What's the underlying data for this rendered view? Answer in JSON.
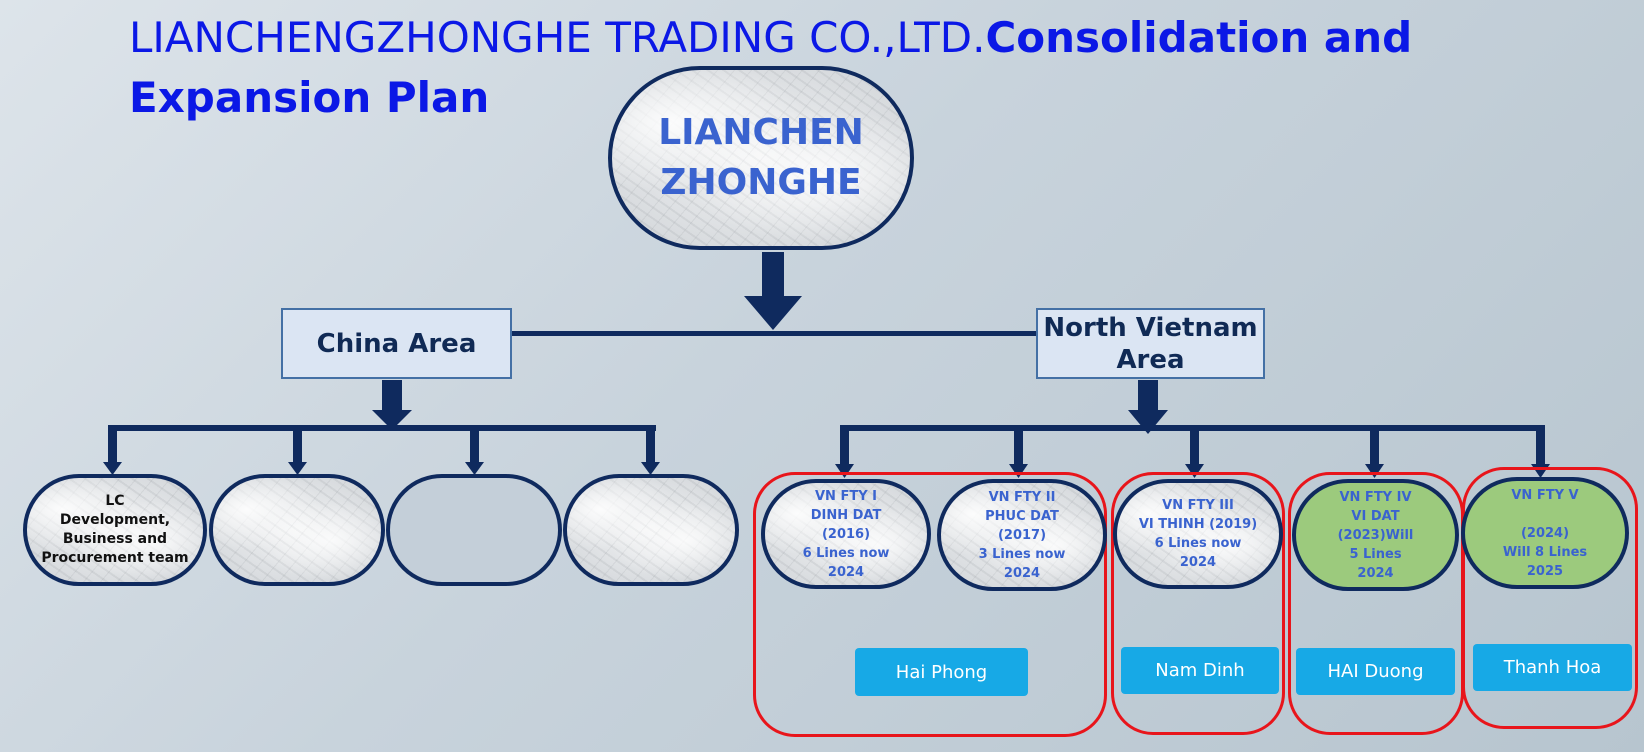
{
  "title": {
    "regular": "LIANCHENGZHONGHE TRADING CO.,LTD.",
    "bold": "Consolidation and Expansion Plan"
  },
  "root": {
    "label": "LIANCHEN\nZHONGHE"
  },
  "areas": {
    "china": "China Area",
    "vietnam": "North Vietnam Area"
  },
  "china_nodes": [
    {
      "text": "LC\n Development,\nBusiness and\nProcurement  team"
    },
    {
      "text": ""
    },
    {
      "text": ""
    },
    {
      "text": ""
    }
  ],
  "vietnam_nodes": [
    {
      "text": "VN FTY I\nDINH DAT\n(2016)\n6 Lines now\n2024"
    },
    {
      "text": "VN FTY II\nPHUC DAT\n(2017)\n3 Lines now\n2024"
    },
    {
      "text": "VN FTY III\nVI THINH (2019)\n6 Lines now\n2024"
    },
    {
      "text": "VN FTY IV\nVI DAT\n(2023)Will\n5 Lines\n2024"
    },
    {
      "text": "VN FTY V\n\n(2024)\nWill 8 Lines\n2025"
    }
  ],
  "regions": [
    "Hai Phong",
    "Nam Dinh",
    "HAI Duong",
    "Thanh Hoa"
  ],
  "colors": {
    "navy": "#0f2a5e",
    "title_blue": "#0b18e6",
    "node_text": "#3a63cf",
    "group_red": "#e8151b",
    "region_blue": "#17a9e6",
    "green_fill": "#9cca7d"
  }
}
